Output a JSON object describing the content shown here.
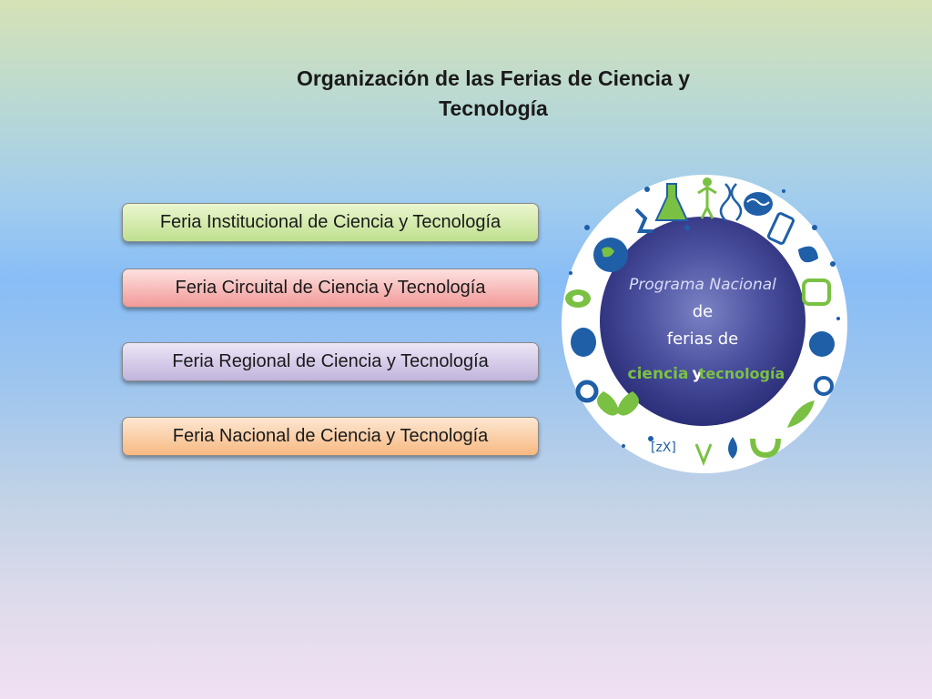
{
  "slide": {
    "title": "Organización de las Ferias de Ciencia y Tecnología"
  },
  "ferias": [
    {
      "label": "Feria Institucional de Ciencia y Tecnología",
      "color": "#bfe08f"
    },
    {
      "label": "Feria Circuital de Ciencia y Tecnología",
      "color": "#f19a98"
    },
    {
      "label": "Feria Regional de Ciencia y Tecnología",
      "color": "#c2b4dd"
    },
    {
      "label": "Feria Nacional de Ciencia y Tecnología",
      "color": "#f7b981"
    }
  ],
  "logo": {
    "line1": "Programa Nacional",
    "line2": "de",
    "line3": "ferias de",
    "line4a": "ciencia",
    "line4b": "y",
    "line4c": "tecnología",
    "formula": "[zX]",
    "colors": {
      "ring": "#ffffff",
      "center": "#3a3d8e",
      "green": "#7ac143",
      "blue": "#1f5fa8"
    }
  }
}
